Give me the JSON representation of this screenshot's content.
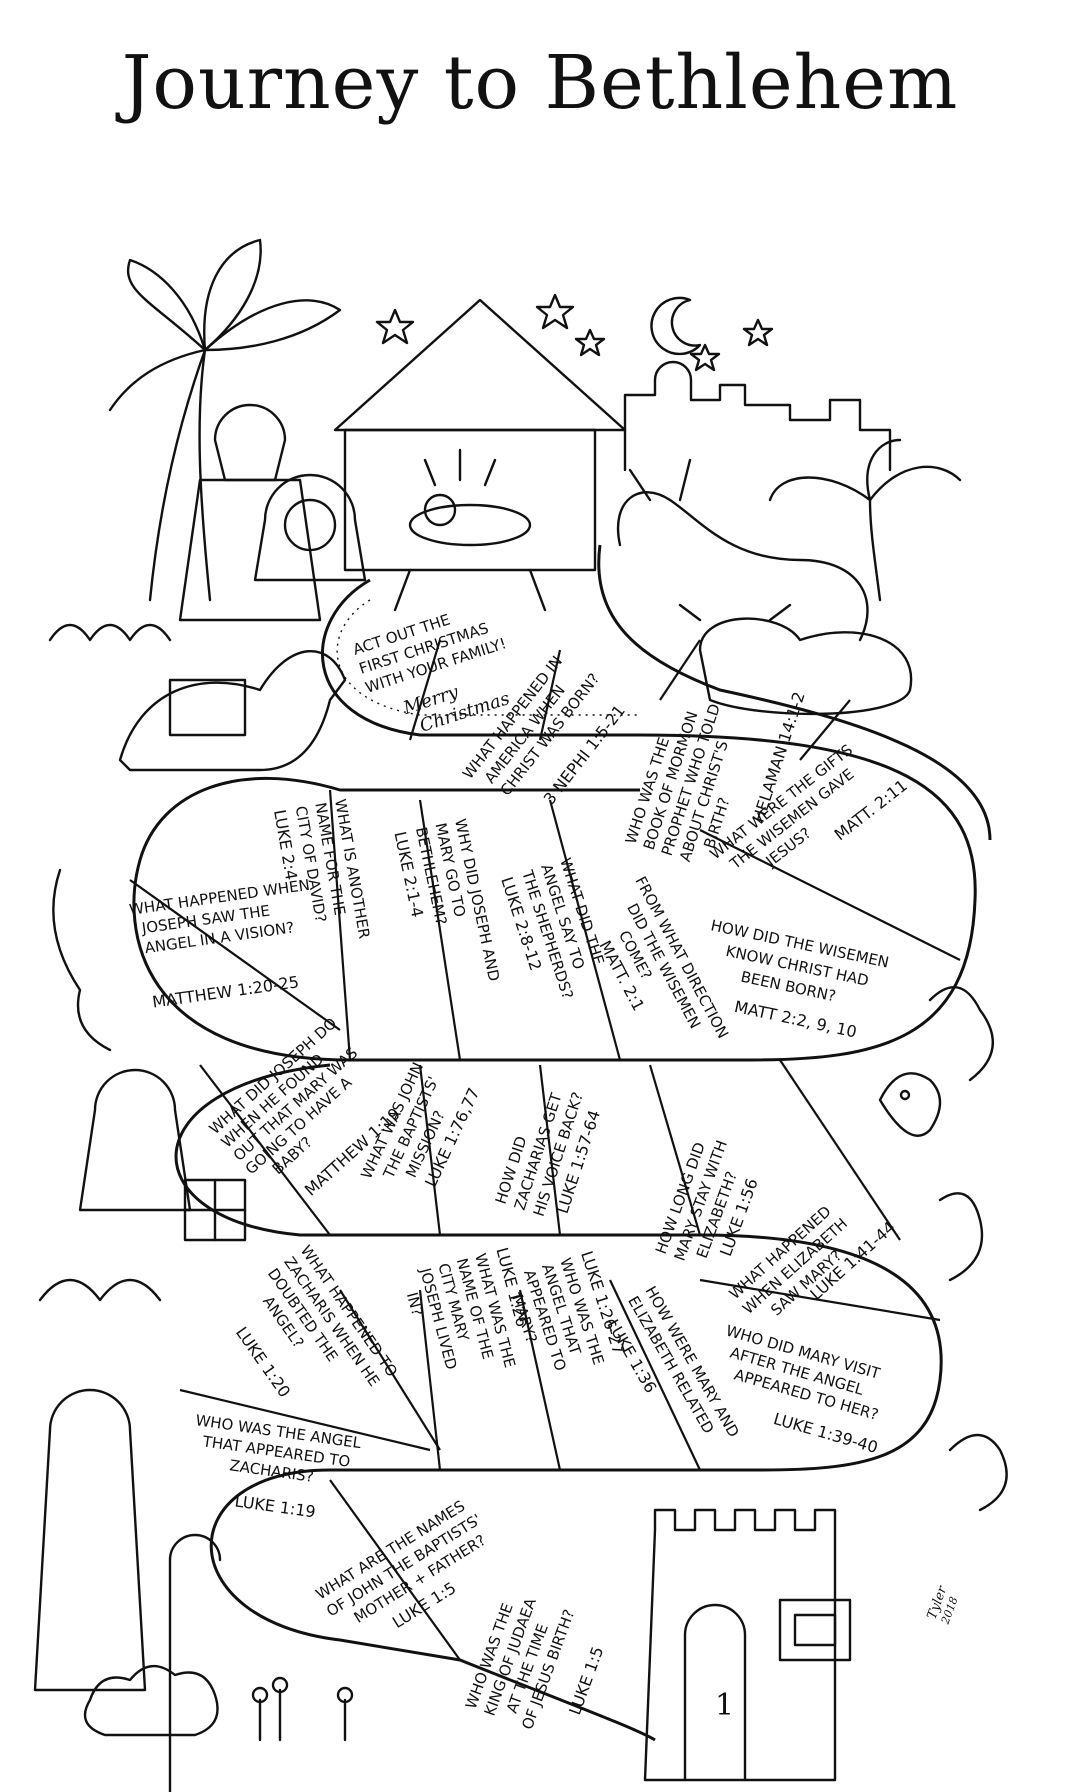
{
  "title": "Journey to Bethlehem",
  "spaces": [
    {
      "id": "finish",
      "lines": [
        "ACT OUT THE",
        "FIRST CHRISTMAS",
        "WITH YOUR FAMILY!",
        "Merry",
        "Christmas"
      ],
      "ref": ""
    },
    {
      "id": "america",
      "lines": [
        "WHAT HAPPENED IN",
        "AMERICA WHEN",
        "CHRIST WAS BORN?"
      ],
      "ref": "3 NEPHI 1:5-21"
    },
    {
      "id": "samuel",
      "lines": [
        "WHO WAS THE",
        "BOOK OF MORMON",
        "PROPHET WHO TOLD",
        "ABOUT CHRIST'S",
        "BIRTH?"
      ],
      "ref": "HELAMAN 14:1-2"
    },
    {
      "id": "gifts",
      "lines": [
        "WHAT WERE THE GIFTS",
        "THE WISEMEN GAVE",
        "JESUS?"
      ],
      "ref": "MATT. 2:11"
    },
    {
      "id": "wisemen-know",
      "lines": [
        "HOW DID THE WISEMEN",
        "KNOW CHRIST HAD",
        "BEEN BORN?"
      ],
      "ref": "MATT 2:2, 9, 10"
    },
    {
      "id": "direction",
      "lines": [
        "FROM WHAT DIRECTION",
        "DID THE WISEMEN",
        "COME?"
      ],
      "ref": "MATT. 2:1"
    },
    {
      "id": "shepherds",
      "lines": [
        "WHAT DID THE",
        "ANGEL SAY TO",
        "THE SHEPHERDS?"
      ],
      "ref": "LUKE 2:8-12"
    },
    {
      "id": "bethlehem",
      "lines": [
        "WHY DID JOSEPH AND",
        "MARY GO TO",
        "BETHLEHEM?"
      ],
      "ref": "LUKE 2:1-4"
    },
    {
      "id": "city-david",
      "lines": [
        "WHAT IS ANOTHER",
        "NAME FOR THE",
        "CITY OF DAVID?"
      ],
      "ref": "LUKE 2:4"
    },
    {
      "id": "joseph-vision",
      "lines": [
        "WHAT HAPPENED WHEN",
        "JOSEPH SAW THE",
        "ANGEL IN A VISION?"
      ],
      "ref": "MATTHEW 1:20-25"
    },
    {
      "id": "joseph-found",
      "lines": [
        "WHAT DID JOSEPH DO",
        "WHEN HE FOUND",
        "OUT THAT MARY WAS",
        "GOING TO HAVE A",
        "BABY?"
      ],
      "ref": "MATTHEW 1:19"
    },
    {
      "id": "john-mission",
      "lines": [
        "WHAT WAS JOHN",
        "THE BAPTISTS'",
        "MISSION?"
      ],
      "ref": "LUKE 1:76,77"
    },
    {
      "id": "voice",
      "lines": [
        "HOW DID",
        "ZACHARIAS GET",
        "HIS VOICE BACK?"
      ],
      "ref": "LUKE 1:57-64"
    },
    {
      "id": "stay",
      "lines": [
        "HOW LONG DID",
        "MARY STAY WITH",
        "ELIZABETH?"
      ],
      "ref": "LUKE 1:56"
    },
    {
      "id": "saw-mary",
      "lines": [
        "WHAT HAPPENED",
        "WHEN ELIZABETH",
        "SAW MARY?"
      ],
      "ref": "LUKE 1:41-44"
    },
    {
      "id": "visit",
      "lines": [
        "WHO DID MARY VISIT",
        "AFTER THE ANGEL",
        "APPEARED TO HER?"
      ],
      "ref": "LUKE 1:39-40"
    },
    {
      "id": "related",
      "lines": [
        "HOW WERE MARY AND",
        "ELIZABETH RELATED"
      ],
      "ref": "LUKE 1:36"
    },
    {
      "id": "angel-mary",
      "lines": [
        "WHO WAS THE",
        "ANGEL THAT",
        "APPEARED TO",
        "MARY?"
      ],
      "ref": "LUKE 1:26-27"
    },
    {
      "id": "city-mary",
      "lines": [
        "WHAT WAS THE",
        "NAME OF THE",
        "CITY MARY",
        "JOSEPH LIVED",
        "IN?"
      ],
      "ref": "LUKE 1:26"
    },
    {
      "id": "doubted",
      "lines": [
        "WHAT HAPPENED TO",
        "ZACHARIS WHEN HE",
        "DOUBTED THE",
        "ANGEL?"
      ],
      "ref": "LUKE 1:20"
    },
    {
      "id": "angel-zach",
      "lines": [
        "WHO WAS THE ANGEL",
        "THAT APPEARED TO",
        "ZACHARIS?"
      ],
      "ref": "LUKE 1:19"
    },
    {
      "id": "names",
      "lines": [
        "WHAT ARE THE NAMES",
        "OF JOHN THE BAPTISTS'",
        "MOTHER + FATHER?"
      ],
      "ref": "LUKE 1:5"
    },
    {
      "id": "king",
      "lines": [
        "WHO WAS THE",
        "KING OF JUDAEA",
        "AT THE TIME",
        "OF JESUS BIRTH?"
      ],
      "ref": "LUKE 1:5"
    }
  ],
  "start": {
    "number": "1"
  },
  "signature": {
    "name": "Tyler",
    "year": "2018"
  }
}
